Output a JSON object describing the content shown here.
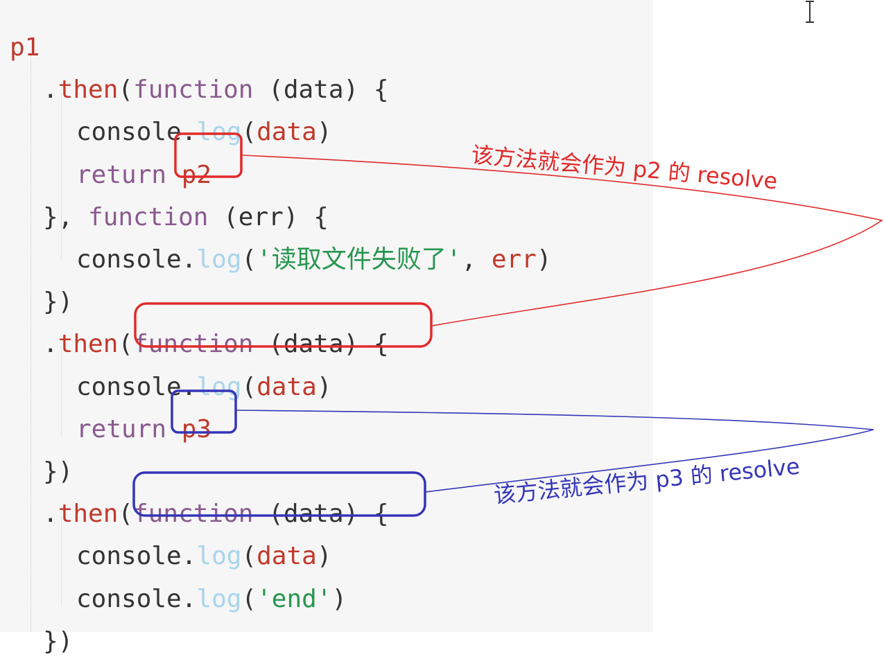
{
  "code": {
    "lines": [
      {
        "tokens": [
          {
            "t": "p1",
            "c": "kw-red"
          }
        ]
      },
      {
        "tokens": [
          {
            "t": ".",
            "c": "plain"
          },
          {
            "t": "then",
            "c": "kw-red"
          },
          {
            "t": "(",
            "c": "plain"
          },
          {
            "t": "function",
            "c": "kw-purple"
          },
          {
            "t": " (data) {",
            "c": "plain"
          }
        ]
      },
      {
        "tokens": [
          {
            "t": "console.",
            "c": "plain"
          },
          {
            "t": "log",
            "c": "log"
          },
          {
            "t": "(",
            "c": "plain"
          },
          {
            "t": "data",
            "c": "kw-red"
          },
          {
            "t": ")",
            "c": "plain"
          }
        ]
      },
      {
        "tokens": [
          {
            "t": "return",
            "c": "kw-purple"
          },
          {
            "t": " ",
            "c": "plain"
          },
          {
            "t": "p2",
            "c": "kw-red"
          }
        ]
      },
      {
        "tokens": [
          {
            "t": "}, ",
            "c": "plain"
          },
          {
            "t": "function",
            "c": "kw-purple"
          },
          {
            "t": " (err) {",
            "c": "plain"
          }
        ]
      },
      {
        "tokens": [
          {
            "t": "console.",
            "c": "plain"
          },
          {
            "t": "log",
            "c": "log"
          },
          {
            "t": "(",
            "c": "plain"
          },
          {
            "t": "'读取文件失败了'",
            "c": "str"
          },
          {
            "t": ", ",
            "c": "plain"
          },
          {
            "t": "err",
            "c": "kw-red"
          },
          {
            "t": ")",
            "c": "plain"
          }
        ]
      },
      {
        "tokens": [
          {
            "t": "})",
            "c": "plain"
          }
        ]
      },
      {
        "tokens": [
          {
            "t": ".",
            "c": "plain"
          },
          {
            "t": "then",
            "c": "kw-red"
          },
          {
            "t": "(",
            "c": "plain"
          },
          {
            "t": "function",
            "c": "kw-purple"
          },
          {
            "t": " (data) {",
            "c": "plain"
          }
        ]
      },
      {
        "tokens": [
          {
            "t": "console.",
            "c": "plain"
          },
          {
            "t": "log",
            "c": "log"
          },
          {
            "t": "(",
            "c": "plain"
          },
          {
            "t": "data",
            "c": "kw-red"
          },
          {
            "t": ")",
            "c": "plain"
          }
        ]
      },
      {
        "tokens": [
          {
            "t": "return",
            "c": "kw-purple"
          },
          {
            "t": " ",
            "c": "plain"
          },
          {
            "t": "p3",
            "c": "kw-red"
          }
        ]
      },
      {
        "tokens": [
          {
            "t": "})",
            "c": "plain"
          }
        ]
      },
      {
        "tokens": [
          {
            "t": ".",
            "c": "plain"
          },
          {
            "t": "then",
            "c": "kw-red"
          },
          {
            "t": "(",
            "c": "plain"
          },
          {
            "t": "function",
            "c": "kw-purple"
          },
          {
            "t": " (data) {",
            "c": "plain"
          }
        ]
      },
      {
        "tokens": [
          {
            "t": "console.",
            "c": "plain"
          },
          {
            "t": "log",
            "c": "log"
          },
          {
            "t": "(",
            "c": "plain"
          },
          {
            "t": "data",
            "c": "kw-red"
          },
          {
            "t": ")",
            "c": "plain"
          }
        ]
      },
      {
        "tokens": [
          {
            "t": "console.",
            "c": "plain"
          },
          {
            "t": "log",
            "c": "log"
          },
          {
            "t": "(",
            "c": "plain"
          },
          {
            "t": "'end'",
            "c": "str"
          },
          {
            "t": ")",
            "c": "plain"
          }
        ]
      },
      {
        "tokens": [
          {
            "t": "})",
            "c": "plain"
          }
        ]
      }
    ]
  },
  "annotations": {
    "p2_note": "该方法就会作为 p2 的 resolve",
    "p3_note": "该方法就会作为 p3 的 resolve"
  },
  "colors": {
    "red_annotation": "#e02a2a",
    "blue_annotation": "#3535b8",
    "panel_background": "#f6f6f6"
  },
  "icons": {
    "cursor": "text-cursor-ibeam-icon"
  }
}
